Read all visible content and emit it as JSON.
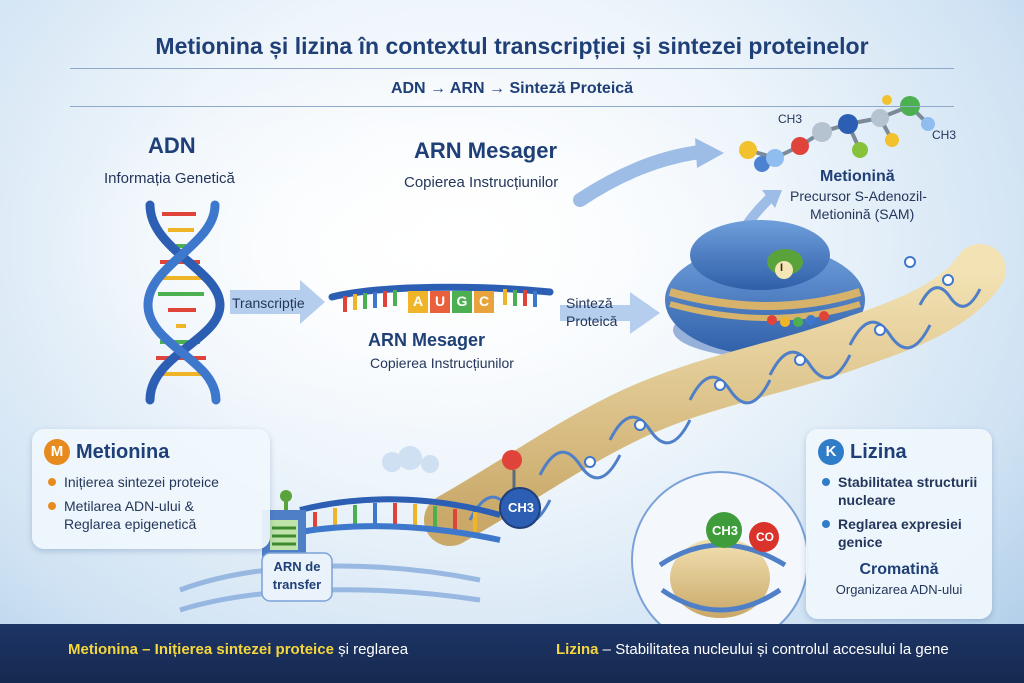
{
  "title": "Metionina și lizina în contextul transcripției și sintezei proteinelor",
  "subtitle": "ADN → ARN → Sinteză Proteică",
  "adn": {
    "title": "ADN",
    "subtitle": "Informația Genetică"
  },
  "arn_top": {
    "title": "ARN Mesager",
    "subtitle": "Copierea Instrucțiunilor"
  },
  "arn_mid": {
    "title": "ARN Mesager",
    "subtitle": "Copierea Instrucțiunilor"
  },
  "arrow_transcription": "Transcripție",
  "arrow_synthesis": {
    "line1": "Sinteză",
    "line2": "Proteică"
  },
  "codon_letters": [
    "A",
    "U",
    "G",
    "C"
  ],
  "molecule": {
    "ch3_left": "CH3",
    "ch3_right": "CH3",
    "name": "Metionină",
    "desc_line1": "Precursor S-Adenozil-",
    "desc_line2": "Metionină (SAM)"
  },
  "ribosome_label": "I",
  "ch3_labels": {
    "dna": "CH3",
    "chromatin": "CH3",
    "co": "CO"
  },
  "trna_label": {
    "line1": "ARN de",
    "line2": "transfer"
  },
  "met_panel": {
    "badge": "M",
    "title": "Metionina",
    "items": [
      "Inițierea sintezei proteice",
      "Metilarea ADN-ului &",
      "Reglarea epigenetică"
    ]
  },
  "lys_panel": {
    "badge": "K",
    "title": "Lizina",
    "items": [
      "Stabilitatea structurii",
      "nucleare",
      "Reglarea expresiei",
      "genice"
    ]
  },
  "chromatin": {
    "title": "Cromatină",
    "subtitle": "Organizarea ADN-ului"
  },
  "footer": {
    "left_hl": "Metionina – Inițierea sintezei proteice",
    "left_rest": " și reglarea",
    "right_hl": "Lizina",
    "right_rest": " – Stabilitatea nucleului și controlul accesului la gene"
  },
  "colors": {
    "navy": "#1f3f77",
    "dna_blue": "#2c5fb3",
    "met_orange": "#e88b1f",
    "lys_blue": "#2f7cc8",
    "footer_bg": "#1d3566",
    "highlight": "#f5d63d"
  }
}
